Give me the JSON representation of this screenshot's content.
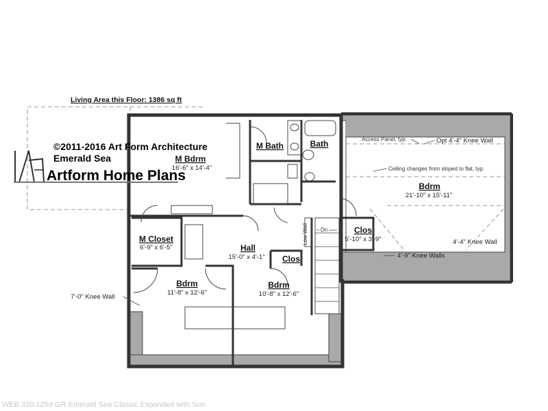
{
  "header": {
    "living_area": "Living Area this Floor: 1386 sq ft"
  },
  "watermark": {
    "copyright_line1": "©2011-2016 Art Form Architecture",
    "copyright_line2": "Emerald Sea",
    "brand_name": "Artform Home Plans"
  },
  "rooms": {
    "m_bdrm": {
      "name": "M Bdrm",
      "dims": "16'-6\" x 14'-4\""
    },
    "m_bath": {
      "name": "M Bath"
    },
    "bath": {
      "name": "Bath"
    },
    "bdrm_upper_right": {
      "name": "Bdrm",
      "dims": "21'-10\" x 15'-11\""
    },
    "m_closet": {
      "name": "M Closet",
      "dims": "6'-9\" x 6'-5\""
    },
    "hall": {
      "name": "Hall",
      "dims": "15'-0\" x 4'-1\""
    },
    "clos_hall": {
      "name": "Clos"
    },
    "clos_right": {
      "name": "Clos",
      "dims": "5'-10\" x 3'-9\""
    },
    "bdrm_lower_left": {
      "name": "Bdrm",
      "dims": "11'-8\" x 12'-6\""
    },
    "bdrm_lower_mid": {
      "name": "Bdrm",
      "dims": "10'-8\" x 12'-6\""
    }
  },
  "notes": {
    "access_panel": "Access Panel, typ.",
    "opt_knee_wall": "Opt 4'-4\" Knee Wall",
    "ceiling_change": "Ceiling changes from sloped to flat, typ.",
    "knee_wall_44": "4'-4\" Knee Wall",
    "knee_walls_49": "4'-9\" Knee Walls",
    "knee_wall_70": "7'-0\" Knee Wall",
    "low_wall": "Low Wall",
    "dn": "Dn"
  },
  "footer": {
    "caption": "WEB 320.125d GR Emerald Sea Classic Expanded with Sun"
  }
}
